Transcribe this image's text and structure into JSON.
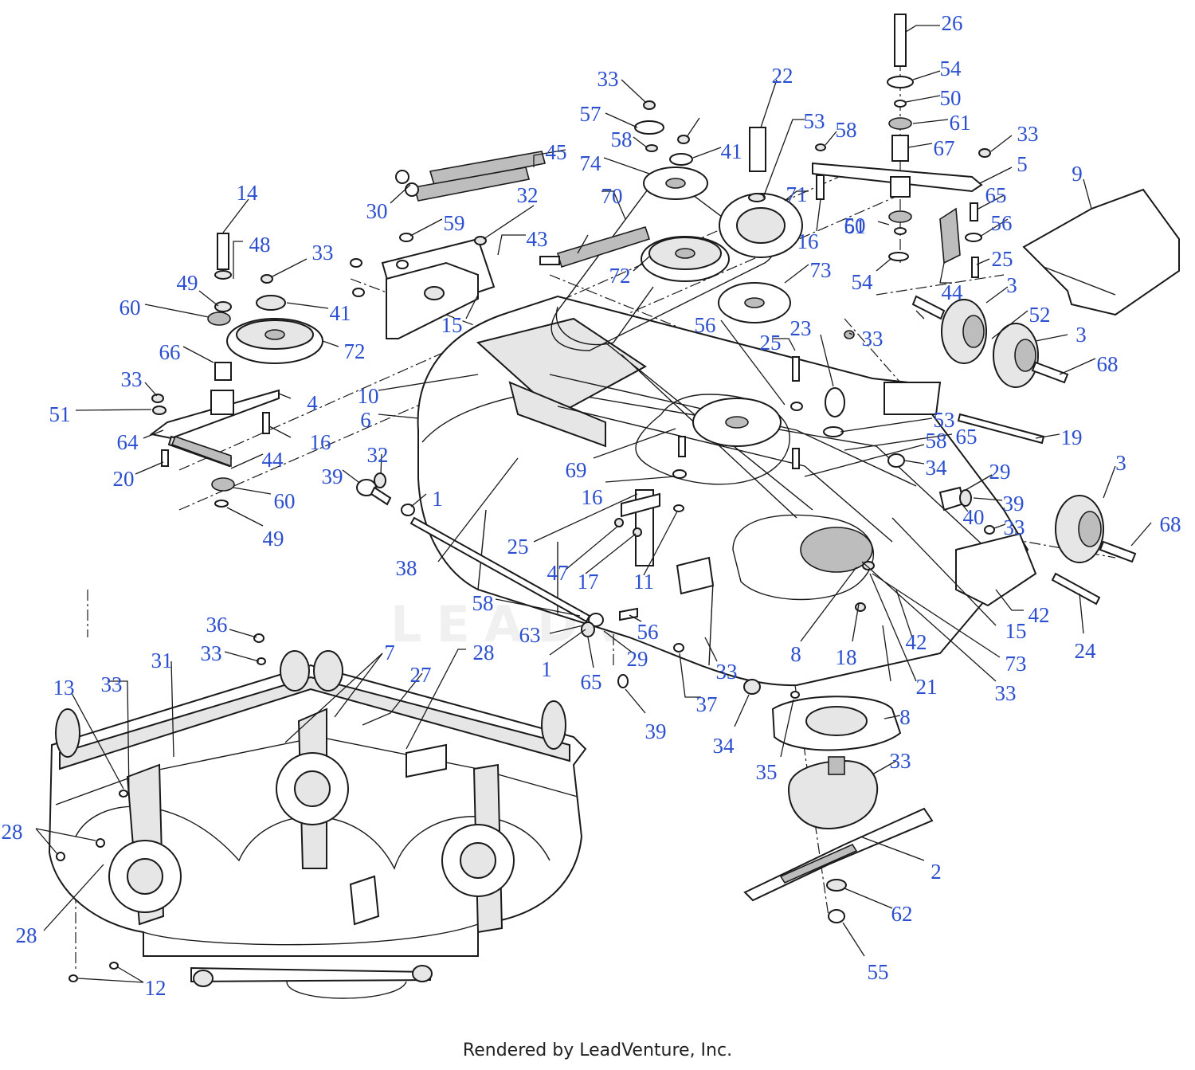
{
  "footer": "Rendered by LeadVenture, Inc.",
  "watermark": "LEADVENTURE",
  "colors": {
    "callout": "#2b4fcf",
    "line": "#1a1a1a"
  },
  "callouts": [
    "26",
    "54",
    "50",
    "61",
    "67",
    "33",
    "5",
    "9",
    "22",
    "53",
    "58",
    "71",
    "16",
    "61",
    "50",
    "65",
    "56",
    "54",
    "25",
    "44",
    "3",
    "52",
    "3",
    "68",
    "33",
    "57",
    "58",
    "41",
    "74",
    "45",
    "70",
    "30",
    "72",
    "73",
    "59",
    "32",
    "43",
    "15",
    "14",
    "48",
    "33",
    "49",
    "41",
    "60",
    "72",
    "66",
    "33",
    "51",
    "4",
    "64",
    "16",
    "20",
    "44",
    "60",
    "49",
    "56",
    "25",
    "23",
    "33",
    "10",
    "6",
    "53",
    "58",
    "65",
    "19",
    "34",
    "29",
    "39",
    "40",
    "33",
    "3",
    "68",
    "24",
    "42",
    "15",
    "73",
    "33",
    "21",
    "18",
    "42",
    "8",
    "32",
    "39",
    "1",
    "38",
    "69",
    "16",
    "25",
    "47",
    "17",
    "11",
    "58",
    "63",
    "56",
    "29",
    "1",
    "65",
    "39",
    "37",
    "33",
    "34",
    "35",
    "8",
    "33",
    "2",
    "62",
    "55",
    "36",
    "33",
    "31",
    "7",
    "27",
    "28",
    "13",
    "33",
    "28",
    "28",
    "12",
    "33"
  ]
}
